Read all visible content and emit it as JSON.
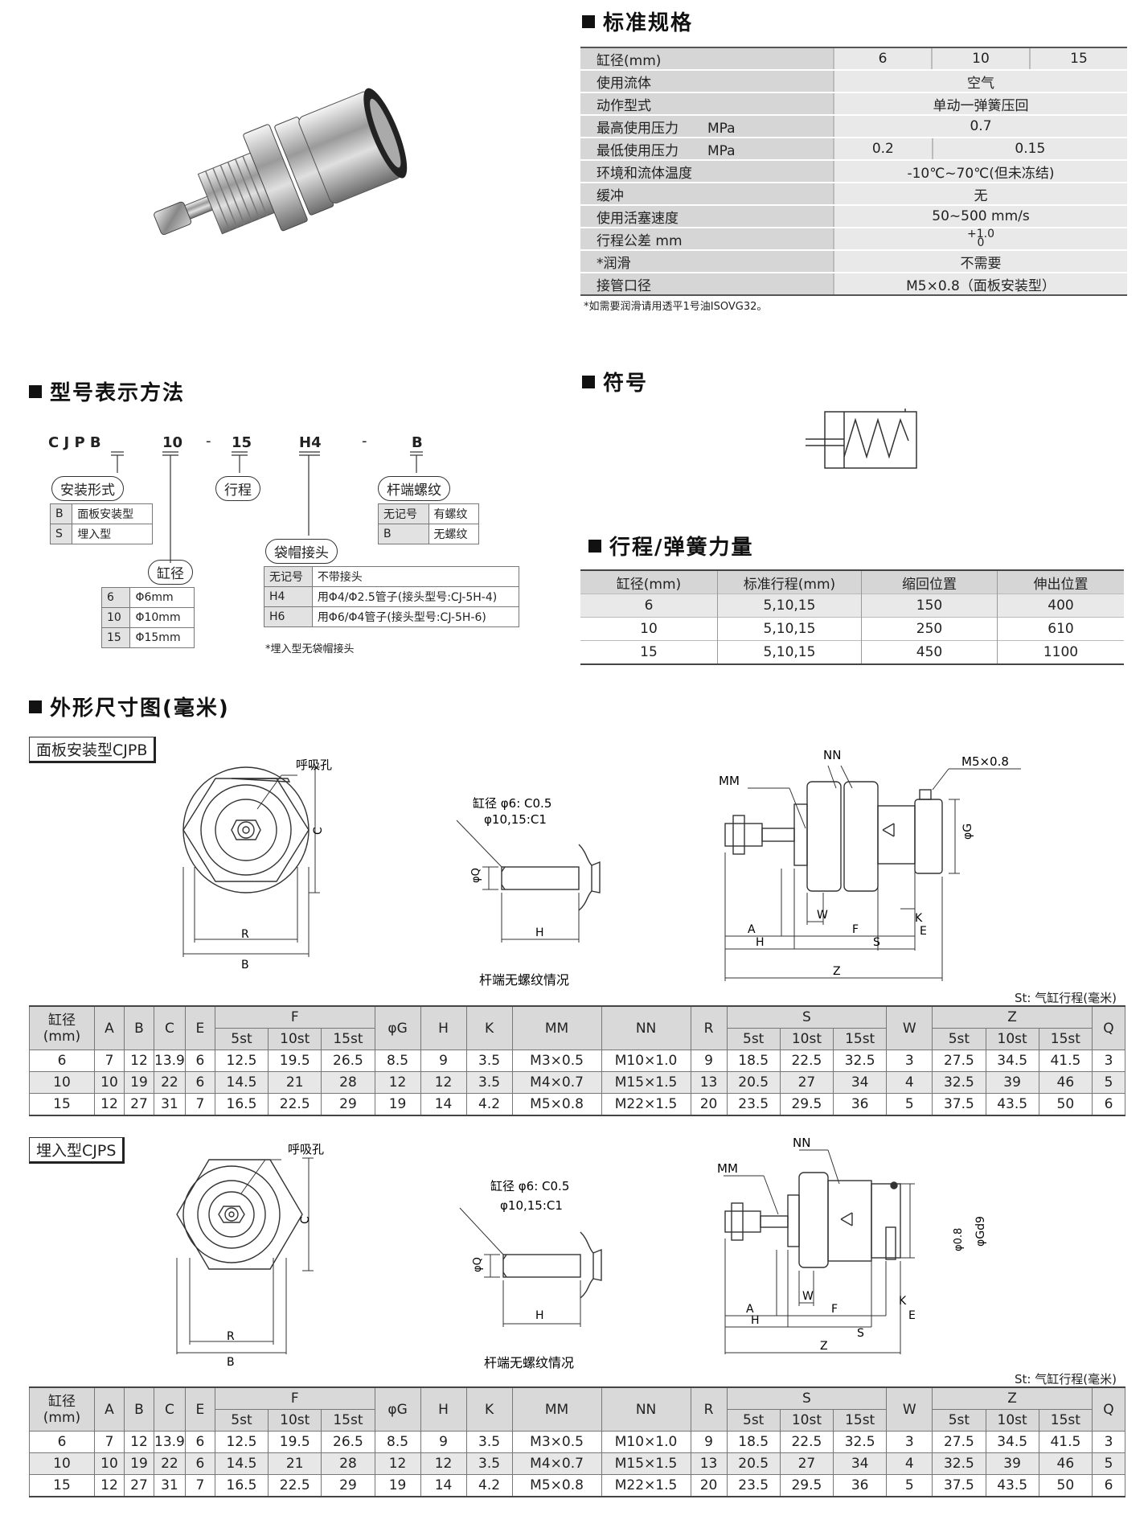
{
  "spec": {
    "title": "标准规格",
    "rows": [
      {
        "k": "缸径(mm)",
        "v": [
          "6",
          "10",
          "15"
        ]
      },
      {
        "k": "使用流体",
        "v": [
          "空气"
        ]
      },
      {
        "k": "动作型式",
        "v": [
          "单动一弹簧压回"
        ]
      },
      {
        "k": "最高使用压力",
        "unit": "MPa",
        "v": [
          "0.7"
        ]
      },
      {
        "k": "最低使用压力",
        "unit": "MPa",
        "v": [
          "0.2",
          "0.15"
        ]
      },
      {
        "k": "环境和流体温度",
        "v": [
          "-10℃~70℃(但未冻结)"
        ]
      },
      {
        "k": "缓冲",
        "v": [
          "无"
        ]
      },
      {
        "k": "使用活塞速度",
        "v": [
          "50~500 mm/s"
        ]
      },
      {
        "k": "行程公差 mm",
        "v": [
          "+1.0",
          "0"
        ]
      },
      {
        "k": "*润滑",
        "v": [
          "不需要"
        ]
      },
      {
        "k": "接管口径",
        "v": [
          "M5×0.8（面板安装型）"
        ]
      }
    ],
    "note": "*如需要润滑请用透平1号油ISOVG32。"
  },
  "model": {
    "title": "型号表示方法",
    "code": [
      "C J P B",
      "10",
      "-",
      "15",
      "H4",
      "-",
      "B"
    ],
    "mount": {
      "label": "安装形式",
      "rows": [
        [
          "B",
          "面板安装型"
        ],
        [
          "S",
          "埋入型"
        ]
      ]
    },
    "bore": {
      "label": "缸径",
      "rows": [
        [
          "6",
          "Φ6mm"
        ],
        [
          "10",
          "Φ10mm"
        ],
        [
          "15",
          "Φ15mm"
        ]
      ]
    },
    "stroke": {
      "label": "行程"
    },
    "nut": {
      "label": "袋帽接头",
      "rows": [
        [
          "无记号",
          "不带接头"
        ],
        [
          "H4",
          "用Φ4/Φ2.5管子(接头型号:CJ-5H-4)"
        ],
        [
          "H6",
          "用Φ6/Φ4管子(接头型号:CJ-5H-6)"
        ]
      ],
      "note": "*埋入型无袋帽接头"
    },
    "thread": {
      "label": "杆端螺纹",
      "rows": [
        [
          "无记号",
          "有螺纹"
        ],
        [
          "B",
          "无螺纹"
        ]
      ]
    }
  },
  "symbol": {
    "title": "符号"
  },
  "spring": {
    "title": "行程/弹簧力量",
    "headers": [
      "缸径(mm)",
      "标准行程(mm)",
      "缩回位置",
      "伸出位置"
    ],
    "rows": [
      [
        "6",
        "5,10,15",
        "150",
        "400"
      ],
      [
        "10",
        "5,10,15",
        "250",
        "610"
      ],
      [
        "15",
        "5,10,15",
        "450",
        "1100"
      ]
    ]
  },
  "dims": {
    "title": "外形尺寸图(毫米)",
    "note_st": "St: 气缸行程(毫米)",
    "panel": {
      "label": "面板安装型CJPB",
      "labels": {
        "breath": "呼吸孔",
        "c": "C",
        "r": "R",
        "b": "B",
        "chamfer1": "缸径 φ6: C0.5",
        "chamfer2": "φ10,15:C1",
        "q": "φQ",
        "h": "H",
        "nothread": "杆端无螺纹情况",
        "nn": "NN",
        "mm": "MM",
        "m5": "M5×0.8",
        "g": "φG",
        "w": "W",
        "k": "K",
        "a": "A",
        "f": "F",
        "e": "E",
        "s": "S",
        "z": "Z"
      }
    },
    "embed": {
      "label": "埋入型CJPS",
      "labels": {
        "breath": "呼吸孔",
        "c": "C",
        "r": "R",
        "b": "B",
        "chamfer1": "缸径 φ6: C0.5",
        "chamfer2": "φ10,15:C1",
        "q": "φQ",
        "h": "H",
        "nothread": "杆端无螺纹情况",
        "nn": "NN",
        "mm": "MM",
        "d08": "φ0.8",
        "gd9": "φGd9",
        "w": "W",
        "k": "K",
        "a": "A",
        "f": "F",
        "e": "E",
        "s": "S",
        "z": "Z"
      }
    },
    "table": {
      "h_bore": "缸径",
      "h_bore_unit": "(mm)",
      "h_a": "A",
      "h_b": "B",
      "h_c": "C",
      "h_e": "E",
      "h_f": "F",
      "h_g": "φG",
      "h_h": "H",
      "h_k": "K",
      "h_mm": "MM",
      "h_nn": "NN",
      "h_r": "R",
      "h_s": "S",
      "h_w": "W",
      "h_z": "Z",
      "h_q": "Q",
      "st": [
        "5st",
        "10st",
        "15st"
      ],
      "rows": [
        [
          "6",
          "7",
          "12",
          "13.9",
          "6",
          "12.5",
          "19.5",
          "26.5",
          "8.5",
          "9",
          "3.5",
          "M3×0.5",
          "M10×1.0",
          "9",
          "18.5",
          "22.5",
          "32.5",
          "3",
          "27.5",
          "34.5",
          "41.5",
          "3"
        ],
        [
          "10",
          "10",
          "19",
          "22",
          "6",
          "14.5",
          "21",
          "28",
          "12",
          "12",
          "3.5",
          "M4×0.7",
          "M15×1.5",
          "13",
          "20.5",
          "27",
          "34",
          "4",
          "32.5",
          "39",
          "46",
          "5"
        ],
        [
          "15",
          "12",
          "27",
          "31",
          "7",
          "16.5",
          "22.5",
          "29",
          "19",
          "14",
          "4.2",
          "M5×0.8",
          "M22×1.5",
          "20",
          "23.5",
          "29.5",
          "36",
          "5",
          "37.5",
          "43.5",
          "50",
          "6"
        ]
      ]
    }
  }
}
